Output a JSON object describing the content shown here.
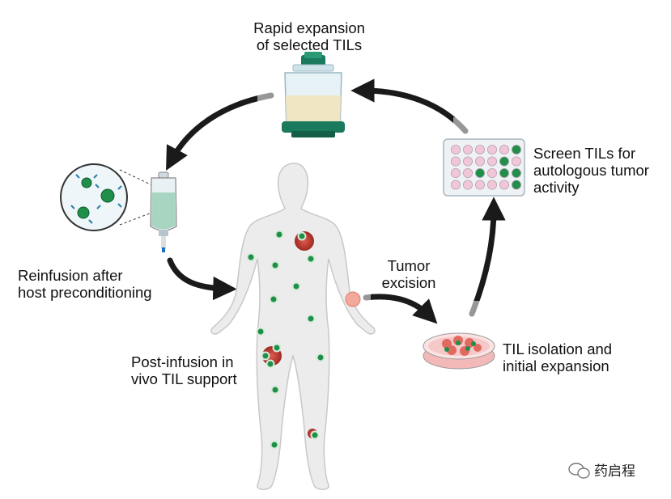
{
  "steps": {
    "rapid_expansion": [
      "Rapid expansion",
      "of selected TILs"
    ],
    "screen": [
      "Screen TILs for",
      "autologous tumor",
      "activity"
    ],
    "reinfusion": [
      "Reinfusion after",
      "host preconditioning"
    ],
    "tumor_excision": [
      "Tumor",
      "excision"
    ],
    "isolation": [
      "TIL isolation and",
      "initial expansion"
    ],
    "post_infusion": [
      "Post-infusion in",
      "vivo TIL support"
    ]
  },
  "watermark": "药启程",
  "colors": {
    "arrow": "#1a1a1a",
    "body": "#e9e9e9",
    "tcell": "#1f8f4a",
    "tumor": "#c0392b",
    "well_pink": "#f2c6d9",
    "bag_liquid": "#a8d5c2",
    "bioreactor_cap": "#1a7a5e"
  },
  "icons": [
    "bioreactor-icon",
    "iv-bag-icon",
    "well-plate-icon",
    "petri-dish-icon",
    "human-body-icon",
    "wechat-icon"
  ]
}
